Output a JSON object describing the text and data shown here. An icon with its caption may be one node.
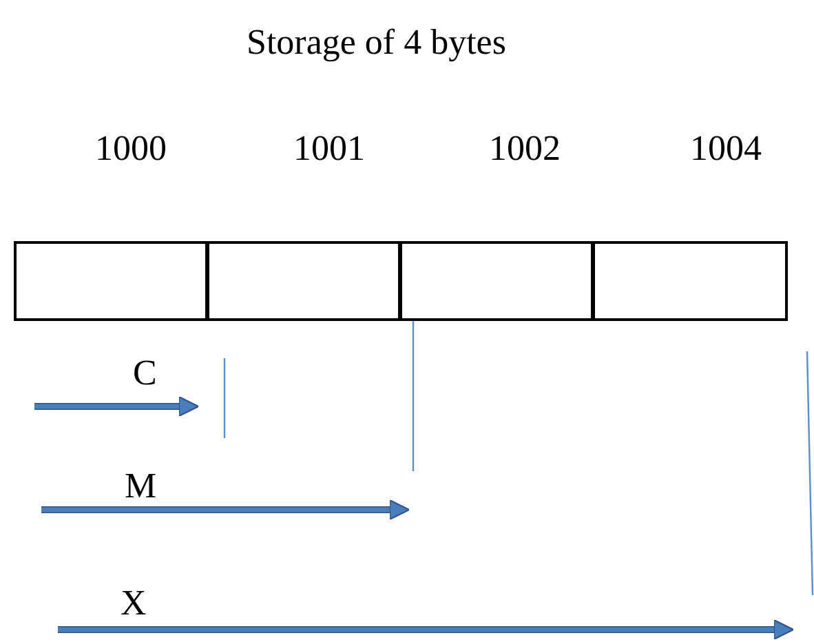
{
  "diagram": {
    "title": "Storage of 4 bytes",
    "nodes": [
      {
        "text": [],
        "shape": "box"
      },
      {
        "text": [],
        "shape": "box"
      },
      {
        "text": [],
        "shape": "box"
      },
      {
        "text": [],
        "shape": "box"
      }
    ],
    "labels": [
      "1000",
      "1001",
      "1002",
      "1004",
      "C",
      "M",
      "X"
    ]
  }
}
